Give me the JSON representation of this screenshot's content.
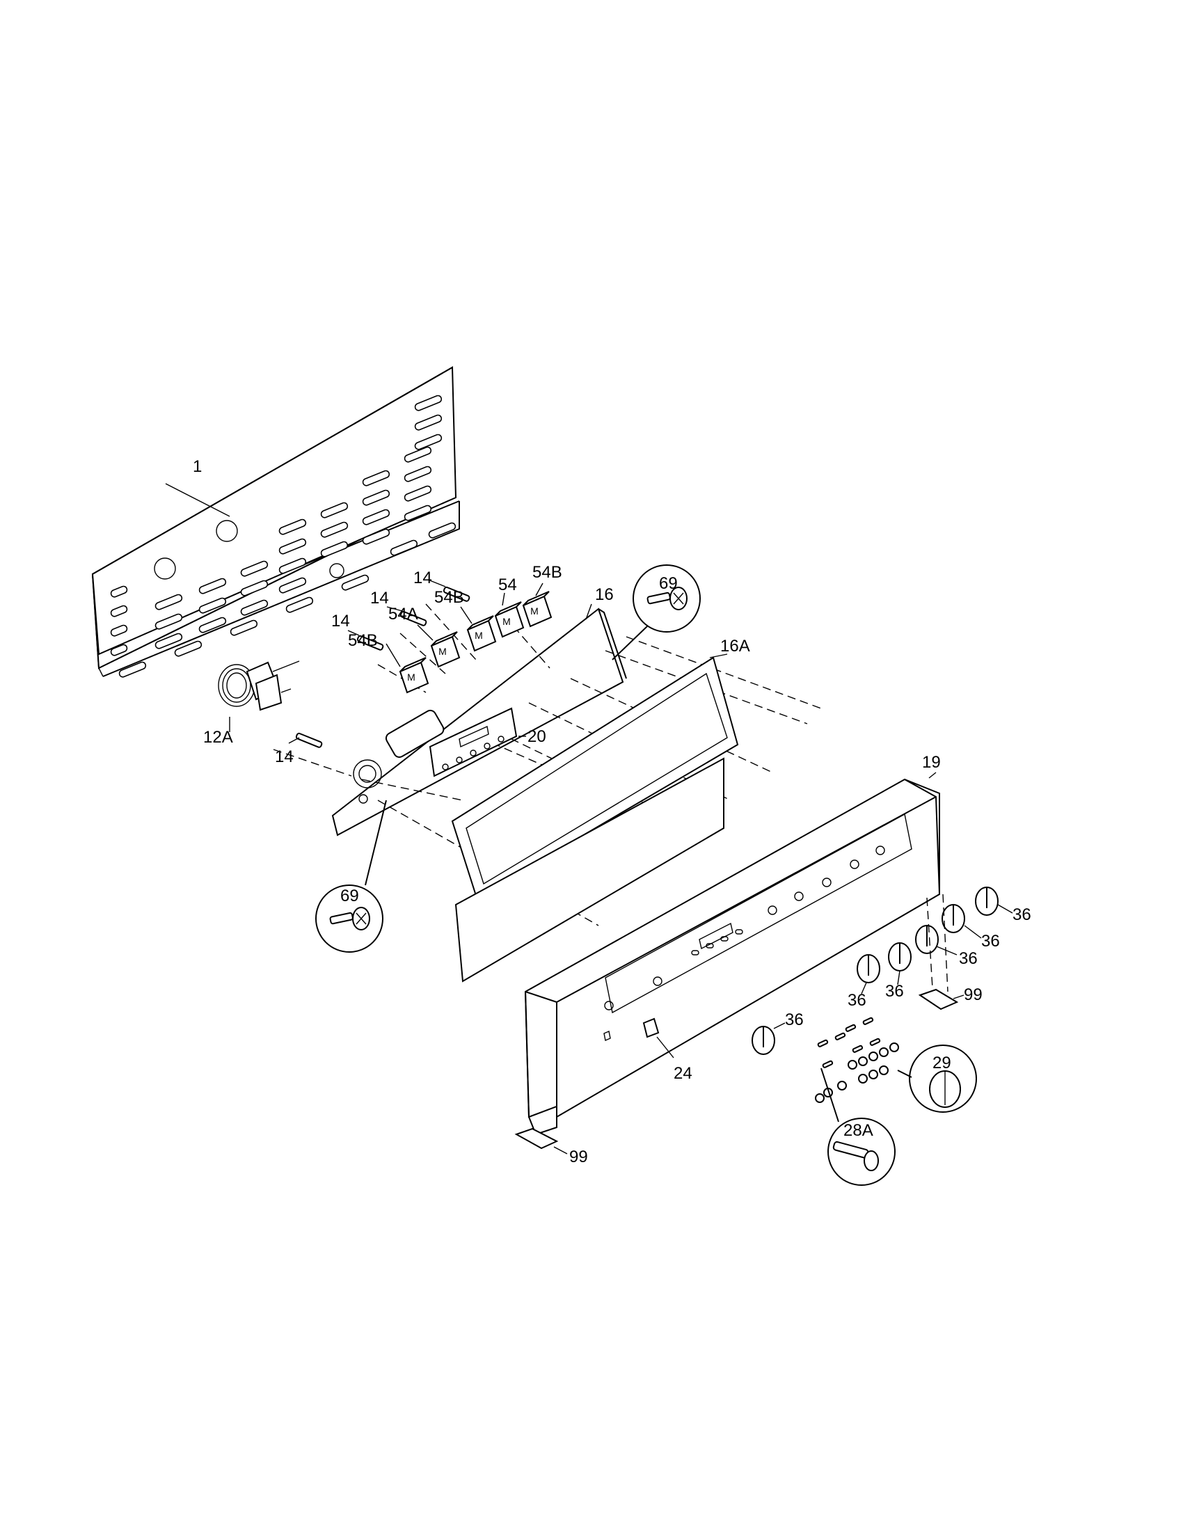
{
  "labels": {
    "p1": "1",
    "p14a": "14",
    "p14b": "14",
    "p14c": "14",
    "p14d": "14",
    "p54": "54",
    "p54b_a": "54B",
    "p54b_b": "54B",
    "p54b_c": "54B",
    "p54a": "54A",
    "p16": "16",
    "p16a": "16A",
    "p69a": "69",
    "p69b": "69",
    "p12a": "12A",
    "p20": "20",
    "p19": "19",
    "p36a": "36",
    "p36b": "36",
    "p36c": "36",
    "p36d": "36",
    "p36e": "36",
    "p36f": "36",
    "p99a": "99",
    "p99b": "99",
    "p24": "24",
    "p29": "29",
    "p28a": "28A"
  },
  "glyphs": {
    "switch_mark": "M"
  }
}
